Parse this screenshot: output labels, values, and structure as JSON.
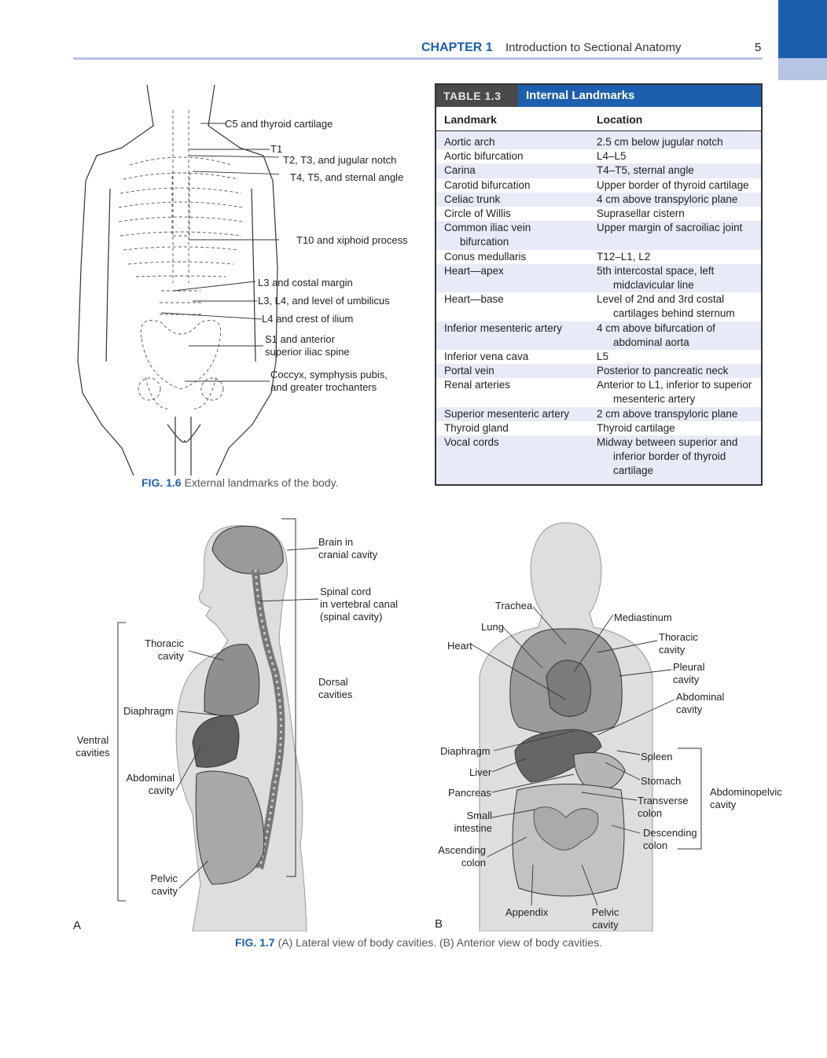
{
  "header": {
    "chapter_label": "CHAPTER 1",
    "chapter_title": "Introduction to Sectional Anatomy",
    "page_number": "5"
  },
  "fig_1_6": {
    "caption_number": "FIG. 1.6",
    "caption_text": "External landmarks of the body.",
    "labels": {
      "c5": "C5 and thyroid cartilage",
      "t1": "T1",
      "t2": "T2, T3, and jugular notch",
      "t4": "T4, T5, and sternal angle",
      "t10": "T10 and xiphoid process",
      "l3": "L3 and costal margin",
      "l34": "L3, L4, and level of umbilicus",
      "l4": "L4 and crest of ilium",
      "s1_a": "S1 and anterior",
      "s1_b": "superior iliac spine",
      "coccyx_a": "Coccyx, symphysis pubis,",
      "coccyx_b": "and greater trochanters"
    }
  },
  "table_1_3": {
    "tag": "TABLE 1.3",
    "title": "Internal Landmarks",
    "columns": [
      "Landmark",
      "Location"
    ],
    "rows": [
      {
        "landmark": "Aortic arch",
        "location": "2.5 cm below jugular notch"
      },
      {
        "landmark": "Aortic bifurcation",
        "location": "L4–L5"
      },
      {
        "landmark": "Carina",
        "location": "T4–T5, sternal angle"
      },
      {
        "landmark": "Carotid bifurcation",
        "location": "Upper border of thyroid cartilage"
      },
      {
        "landmark": "Celiac trunk",
        "location": "4 cm above transpyloric plane"
      },
      {
        "landmark": "Circle of Willis",
        "location": "Suprasellar cistern"
      },
      {
        "landmark": "Common iliac vein bifurcation",
        "location": "Upper margin of sacroiliac joint"
      },
      {
        "landmark": "Conus medullaris",
        "location": "T12–L1, L2"
      },
      {
        "landmark": "Heart—apex",
        "location": "5th intercostal space, left midclavicular line"
      },
      {
        "landmark": "Heart—base",
        "location": "Level of 2nd and 3rd costal cartilages behind sternum"
      },
      {
        "landmark": "Inferior mesenteric artery",
        "location": "4 cm above bifurcation of abdominal aorta"
      },
      {
        "landmark": "Inferior vena cava",
        "location": "L5"
      },
      {
        "landmark": "Portal vein",
        "location": "Posterior to pancreatic neck"
      },
      {
        "landmark": "Renal arteries",
        "location": "Anterior to L1, inferior to superior mesenteric artery"
      },
      {
        "landmark": "Superior mesenteric artery",
        "location": "2 cm above transpyloric plane"
      },
      {
        "landmark": "Thyroid gland",
        "location": "Thyroid cartilage"
      },
      {
        "landmark": "Vocal cords",
        "location": "Midway between superior and inferior border of thyroid cartilage"
      }
    ]
  },
  "fig_1_7": {
    "caption_number": "FIG. 1.7",
    "caption_text": "(A) Lateral view of body cavities. (B) Anterior view of body cavities.",
    "panel_a": {
      "letter": "A",
      "labels": {
        "brain_a": "Brain in",
        "brain_b": "cranial cavity",
        "spinal_a": "Spinal cord",
        "spinal_b": "in vertebral canal",
        "spinal_c": "(spinal cavity)",
        "dorsal_a": "Dorsal",
        "dorsal_b": "cavities",
        "thoracic_a": "Thoracic",
        "thoracic_b": "cavity",
        "diaphragm": "Diaphragm",
        "ventral_a": "Ventral",
        "ventral_b": "cavities",
        "abdominal_a": "Abdominal",
        "abdominal_b": "cavity",
        "pelvic_a": "Pelvic",
        "pelvic_b": "cavity"
      }
    },
    "panel_b": {
      "letter": "B",
      "labels": {
        "trachea": "Trachea",
        "lung": "Lung",
        "mediastinum": "Mediastinum",
        "heart": "Heart",
        "thoracic_a": "Thoracic",
        "thoracic_b": "cavity",
        "pleural_a": "Pleural",
        "pleural_b": "cavity",
        "abdominal_a": "Abdominal",
        "abdominal_b": "cavity",
        "diaphragm": "Diaphragm",
        "spleen": "Spleen",
        "liver": "Liver",
        "stomach": "Stomach",
        "pancreas": "Pancreas",
        "transverse_a": "Transverse",
        "transverse_b": "colon",
        "abdominopelvic_a": "Abdominopelvic",
        "abdominopelvic_b": "cavity",
        "small_a": "Small",
        "small_b": "intestine",
        "descending_a": "Descending",
        "descending_b": "colon",
        "ascending_a": "Ascending",
        "ascending_b": "colon",
        "appendix": "Appendix",
        "pelvic_a": "Pelvic",
        "pelvic_b": "cavity"
      }
    }
  }
}
